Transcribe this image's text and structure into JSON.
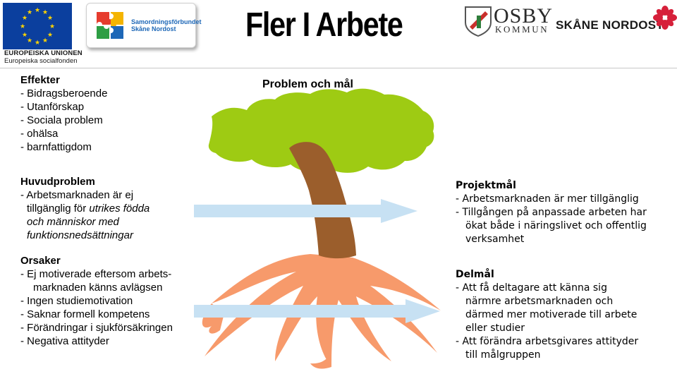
{
  "header": {
    "eu_caption_line1": "EUROPEISKA UNIONEN",
    "eu_caption_line2": "Europeiska socialfonden",
    "samordning_line1": "Samordningsförbundet",
    "samordning_line2": "Skåne Nordost",
    "title": "Fler I Arbete",
    "osby_name": "OSBY",
    "osby_sub": "KOMMUN",
    "skane_nordost": "SKÅNE NORDOST"
  },
  "diagram": {
    "center_title": "Problem och mål",
    "effekter": {
      "heading": "Effekter",
      "items": [
        "- Bidragsberoende",
        "- Utanförskap",
        "- Sociala problem",
        "- ohälsa",
        "- barnfattigdom"
      ]
    },
    "huvudproblem": {
      "heading": "Huvudproblem",
      "lines": [
        "- Arbetsmarknaden är ej",
        "tillgänglig för ",
        "utrikes födda",
        "och människor med",
        "funktionsnedsättningar"
      ]
    },
    "orsaker": {
      "heading": "Orsaker",
      "lines": [
        "- Ej motiverade eftersom arbets-",
        "marknaden känns avlägsen",
        "- Ingen studiemotivation",
        "- Saknar formell kompetens",
        "- Förändringar i sjukförsäkringen",
        "- Negativa attityder"
      ]
    },
    "projektmal": {
      "heading": "Projektmål",
      "lines": [
        "- Arbetsmarknaden är mer tillgänglig",
        "- Tillgången på anpassade arbeten har",
        "ökat både i näringslivet och offentlig",
        "verksamhet"
      ]
    },
    "delmal": {
      "heading": "Delmål",
      "lines": [
        "- Att få deltagare att känna sig",
        "närmre arbetsmarknaden och",
        "därmed mer motiverade till arbete",
        "eller studier",
        "- Att förändra arbetsgivares attityder",
        "till målgruppen"
      ]
    },
    "colors": {
      "crown": "#9ecb13",
      "trunk": "#9b5e2c",
      "roots": "#f79a6b",
      "arrow": "#c7e1f3",
      "eu_blue": "#0b3f9e",
      "eu_star": "#ffd400",
      "skane_red": "#d6203a"
    },
    "icons": [
      "eu-flag-icon",
      "samordning-puzzle-icon",
      "osby-crest-icon",
      "skane-flower-icon"
    ]
  }
}
